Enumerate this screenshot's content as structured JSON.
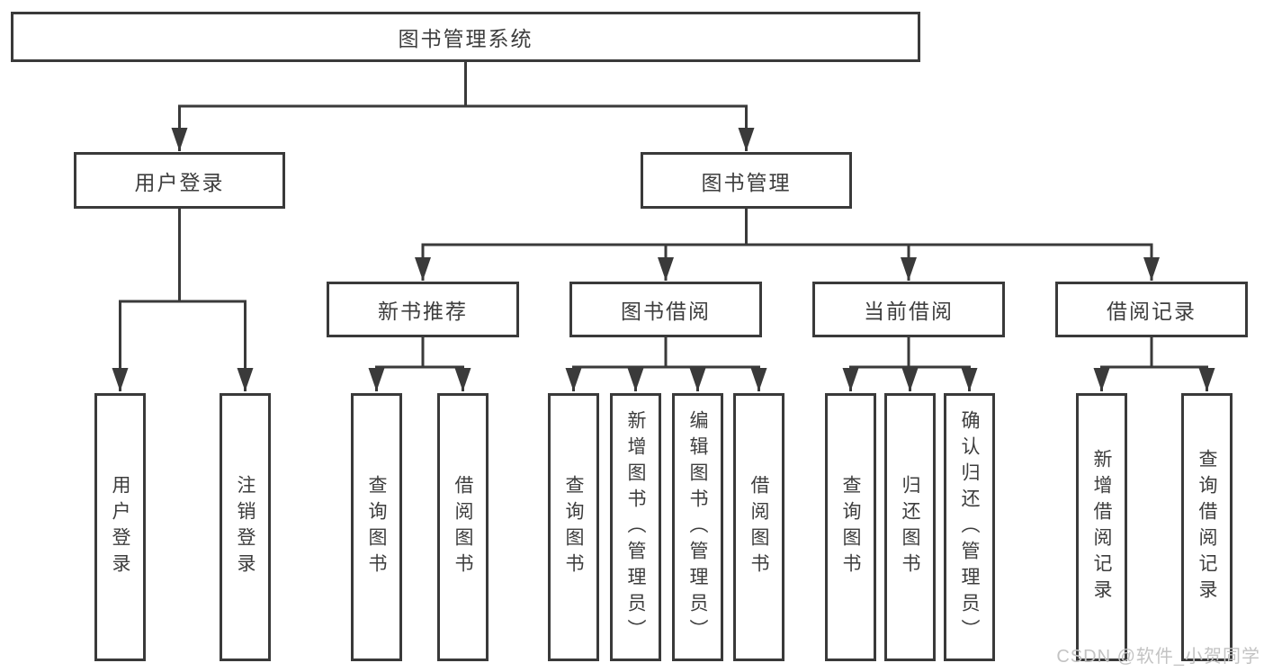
{
  "diagram_type": "hierarchy-tree",
  "colors": {
    "line": "#3a3a3a",
    "box_border": "#3a3a3a",
    "box_fill": "#ffffff",
    "text": "#3d3d3d",
    "watermark": "#c3c3c3",
    "background": "#ffffff"
  },
  "tree": {
    "label": "图书管理系统",
    "children": [
      {
        "label": "用户登录",
        "children": [
          {
            "label": "用户登录"
          },
          {
            "label": "注销登录"
          }
        ]
      },
      {
        "label": "图书管理",
        "children": [
          {
            "label": "新书推荐",
            "children": [
              {
                "label": "查询图书"
              },
              {
                "label": "借阅图书"
              }
            ]
          },
          {
            "label": "图书借阅",
            "children": [
              {
                "label": "查询图书"
              },
              {
                "label": "新增图书（管理员）"
              },
              {
                "label": "编辑图书（管理员）"
              },
              {
                "label": "借阅图书"
              }
            ]
          },
          {
            "label": "当前借阅",
            "children": [
              {
                "label": "查询图书"
              },
              {
                "label": "归还图书"
              },
              {
                "label": "确认归还（管理员）"
              }
            ]
          },
          {
            "label": "借阅记录",
            "children": [
              {
                "label": "新增借阅记录"
              },
              {
                "label": "查询借阅记录"
              }
            ]
          }
        ]
      }
    ]
  },
  "watermark": "CSDN @软件_小贺同学"
}
